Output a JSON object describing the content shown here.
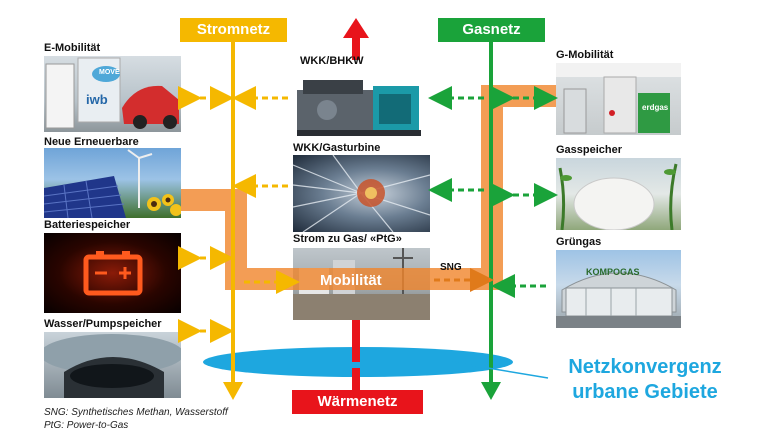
{
  "headers": {
    "stromnetz": "Stromnetz",
    "gasnetz": "Gasnetz",
    "waermenetz": "Wärmenetz"
  },
  "left_items": [
    "E-Mobilität",
    "Neue Erneuerbare",
    "Batteriespeicher",
    "Wasser/Pumpspeicher"
  ],
  "center_items": [
    "WKK/BHKW",
    "WKK/Gasturbine",
    "Strom zu Gas/ «PtG»"
  ],
  "right_items": [
    "G-Mobilität",
    "Gasspeicher",
    "Grüngas"
  ],
  "mobility_label": "Mobilität",
  "sng_label": "SNG",
  "convergence": {
    "line1": "Netzkonvergenz",
    "line2": "urbane Gebiete"
  },
  "footnotes": {
    "sng": "SNG: Synthetisches Methan, Wasserstoff",
    "ptg": "PtG: Power-to-Gas"
  },
  "photo_captions": {
    "iwb": "iwb",
    "move": "MOVE",
    "kompogas": "KOMPOGAS",
    "erdgas": "erdgas"
  },
  "colors": {
    "strom": "#f5b800",
    "gas": "#1aa33a",
    "waerme": "#e8141b",
    "mobility": "#f0842a",
    "convergence": "#1ea7df"
  }
}
